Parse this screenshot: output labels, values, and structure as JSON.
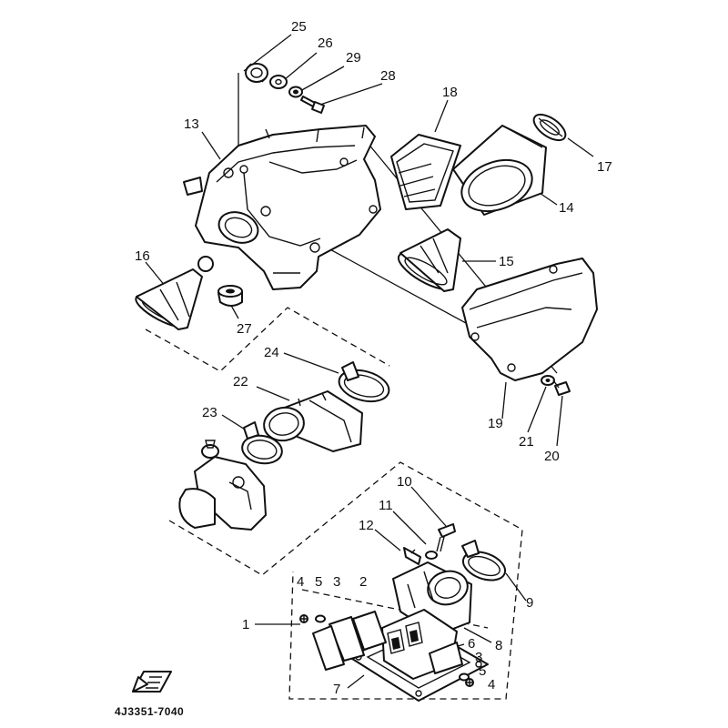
{
  "callouts": [
    "25",
    "26",
    "29",
    "28",
    "18",
    "13",
    "17",
    "14",
    "16",
    "15",
    "27",
    "24",
    "22",
    "19",
    "21",
    "20",
    "23",
    "10",
    "11",
    "12",
    "9",
    "4",
    "5",
    "3",
    "2",
    "1",
    "8",
    "6",
    "3",
    "5",
    "4",
    "7"
  ],
  "diagram_code": "4J3351-7040"
}
